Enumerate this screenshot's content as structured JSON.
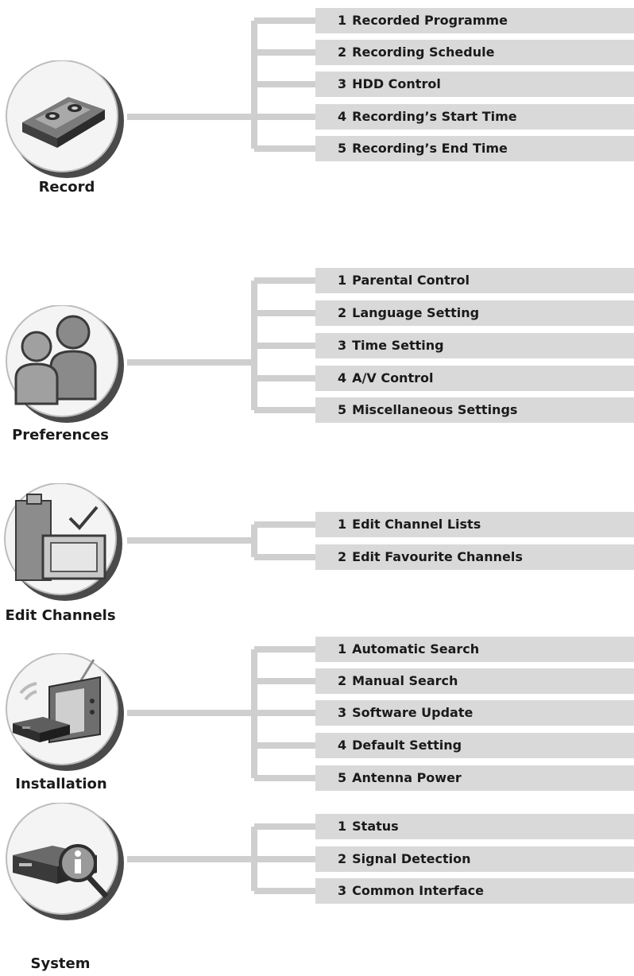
{
  "sections": [
    {
      "name": "Record",
      "icon": "videotape-icon",
      "items": [
        {
          "num": "1",
          "label": "Recorded Programme"
        },
        {
          "num": "2",
          "label": "Recording Schedule"
        },
        {
          "num": "3",
          "label": "HDD Control"
        },
        {
          "num": "4",
          "label": "Recording’s Start Time"
        },
        {
          "num": "5",
          "label": "Recording’s End Time"
        }
      ]
    },
    {
      "name": "Preferences",
      "icon": "users-icon",
      "items": [
        {
          "num": "1",
          "label": "Parental Control"
        },
        {
          "num": "2",
          "label": "Language Setting"
        },
        {
          "num": "3",
          "label": "Time Setting"
        },
        {
          "num": "4",
          "label": "A/V Control"
        },
        {
          "num": "5",
          "label": "Miscellaneous Settings"
        }
      ]
    },
    {
      "name": "Edit Channels",
      "icon": "edit-channels-icon",
      "items": [
        {
          "num": "1",
          "label": "Edit Channel Lists"
        },
        {
          "num": "2",
          "label": "Edit Favourite Channels"
        }
      ]
    },
    {
      "name": "Installation",
      "icon": "tv-antenna-icon",
      "items": [
        {
          "num": "1",
          "label": "Automatic Search"
        },
        {
          "num": "2",
          "label": "Manual Search"
        },
        {
          "num": "3",
          "label": "Software Update"
        },
        {
          "num": "4",
          "label": "Default Setting"
        },
        {
          "num": "5",
          "label": "Antenna Power"
        }
      ]
    },
    {
      "name": "System",
      "icon": "receiver-info-icon",
      "items": [
        {
          "num": "1",
          "label": "Status"
        },
        {
          "num": "2",
          "label": "Signal Detection"
        },
        {
          "num": "3",
          "label": "Common Interface"
        }
      ]
    }
  ],
  "colors": {
    "item_bg": "#d9d9d9",
    "connector": "#cfcfcf",
    "text": "#1a1a1a"
  }
}
